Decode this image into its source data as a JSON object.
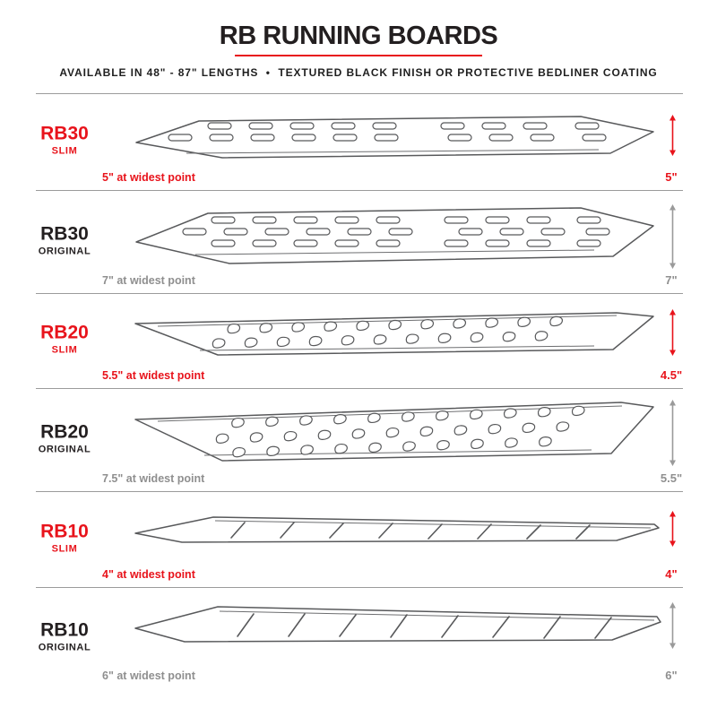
{
  "header": {
    "title": "RB RUNNING BOARDS",
    "subtitle": "AVAILABLE IN 48\" - 87\" LENGTHS  •  TEXTURED BLACK FINISH OR PROTECTIVE BEDLINER COATING"
  },
  "boards": [
    {
      "model": "RB30",
      "variant": "SLIM",
      "style": "slim",
      "width_label": "5\" at widest point",
      "height_label": "5\""
    },
    {
      "model": "RB30",
      "variant": "ORIGINAL",
      "style": "original",
      "width_label": "7\" at widest point",
      "height_label": "7\""
    },
    {
      "model": "RB20",
      "variant": "SLIM",
      "style": "slim",
      "width_label": "5.5\" at widest point",
      "height_label": "4.5\""
    },
    {
      "model": "RB20",
      "variant": "ORIGINAL",
      "style": "original",
      "width_label": "7.5\" at widest point",
      "height_label": "5.5\""
    },
    {
      "model": "RB10",
      "variant": "SLIM",
      "style": "slim",
      "width_label": "4\" at widest point",
      "height_label": "4\""
    },
    {
      "model": "RB10",
      "variant": "ORIGINAL",
      "style": "original",
      "width_label": "6\" at widest point",
      "height_label": "6\""
    }
  ],
  "colors": {
    "accent_red": "#e8131b",
    "text_black": "#231f20",
    "measure_gray": "#8f8f8f"
  }
}
